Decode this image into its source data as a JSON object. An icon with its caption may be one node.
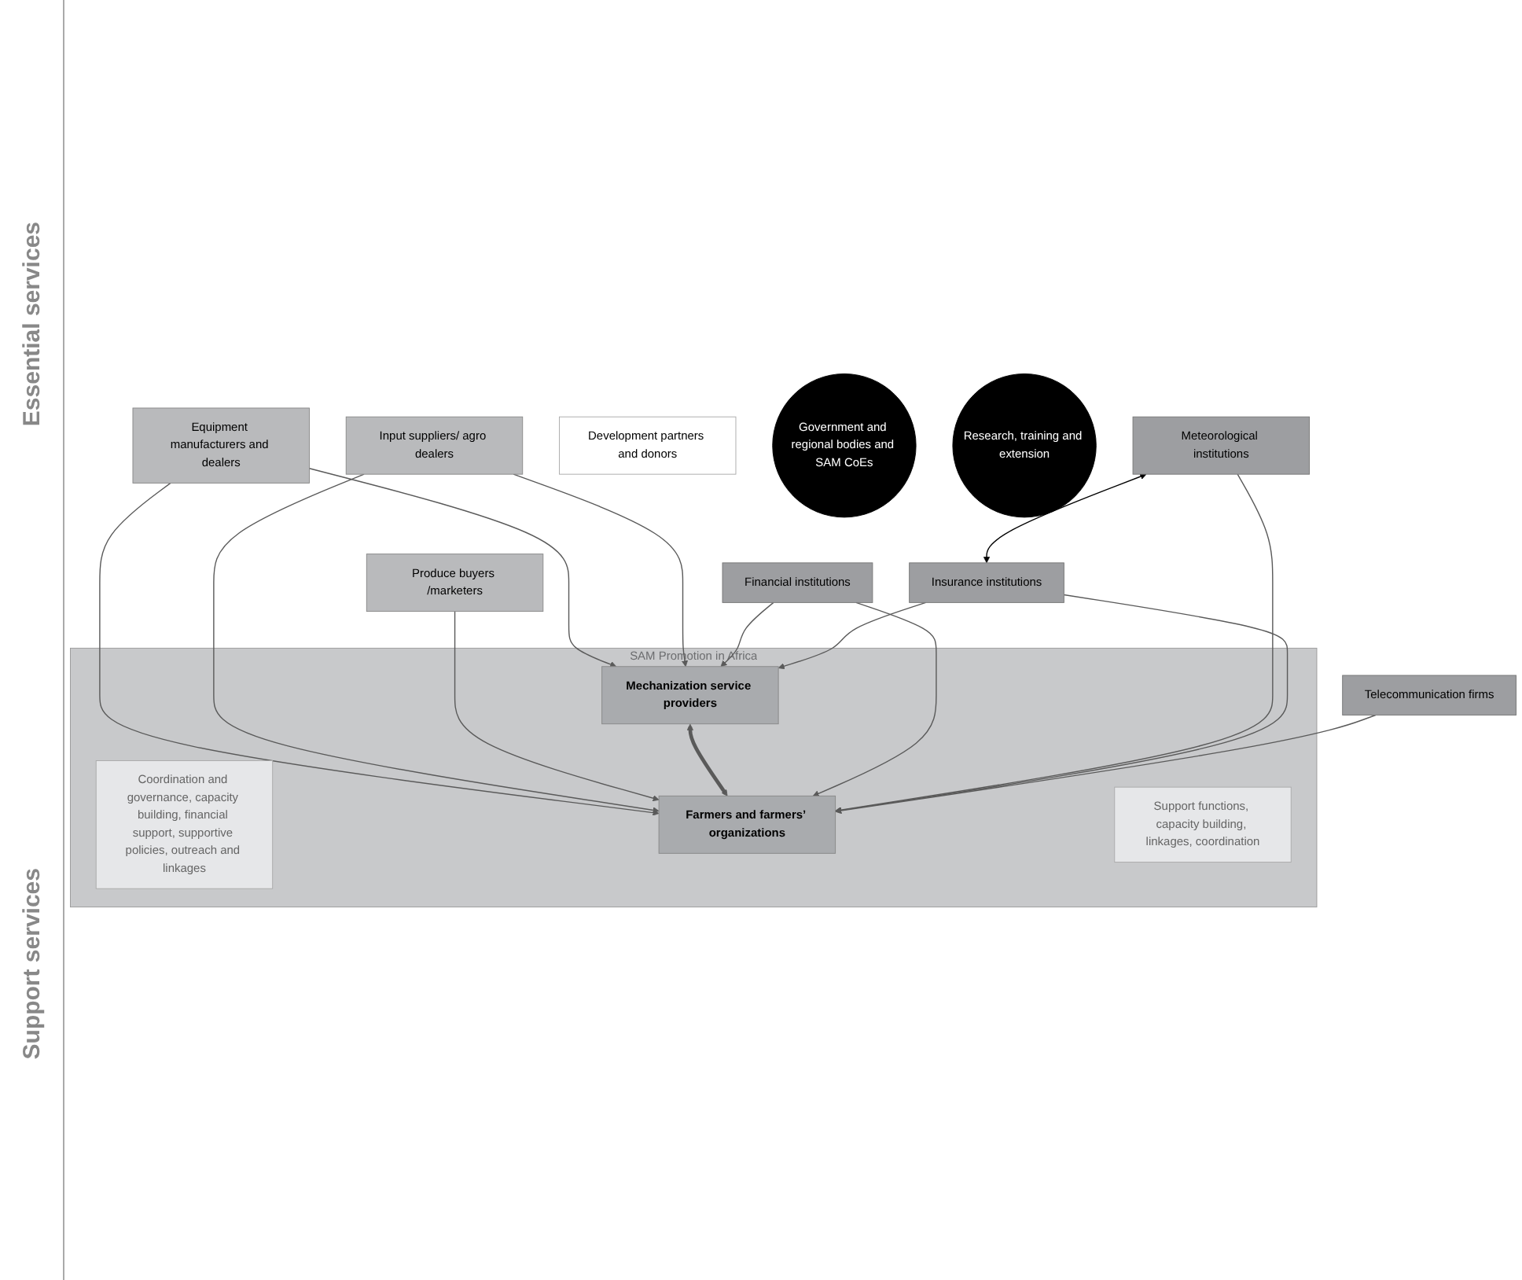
{
  "diagram": {
    "nodes": [
      {
        "text": [
          "SAM Promotion in Africa"
        ]
      },
      {
        "text": [
          "Input suppliers/ agro dealers"
        ]
      },
      {
        "text": [
          "Produce buyers /marketers"
        ]
      },
      {
        "text": [
          "Equipment manufacturers and dealers"
        ]
      },
      {
        "text": [
          "Development partners and donors"
        ]
      },
      {
        "text": [
          "Government and regional bodies and SAM CoEs"
        ]
      },
      {
        "text": [
          "Coordination and governance, capacity building, financial support, supportive policies, outreach and linkages"
        ],
        "in": 0
      },
      {
        "text": [
          "Research, training and extension"
        ]
      },
      {
        "text": [
          "Mechanization service providers"
        ],
        "in": 0
      },
      {
        "text": [
          "Farmers and farmers’ organizations"
        ],
        "in": 0
      },
      {
        "text": [
          "Financial institutions"
        ]
      },
      {
        "text": [
          "Support functions, capacity building, linkages, coordination"
        ],
        "in": 0
      },
      {
        "text": [
          "Telecommunication firms"
        ]
      },
      {
        "text": [
          "Meteorological institutions"
        ]
      },
      {
        "text": [
          "Insurance institutions"
        ]
      }
    ],
    "edges": [
      {
        "from": 3,
        "to": 8,
        "arrow": "to"
      },
      {
        "from": 3,
        "to": 9,
        "arrow": "to"
      },
      {
        "from": 1,
        "to": 8,
        "arrow": "to"
      },
      {
        "from": 1,
        "to": 9,
        "arrow": "to"
      },
      {
        "from": 2,
        "to": 9,
        "arrow": "to"
      },
      {
        "from": 8,
        "to": 9,
        "arrow": "both",
        "style": "thick"
      },
      {
        "from": 10,
        "to": 8,
        "arrow": "to"
      },
      {
        "from": 10,
        "to": 9,
        "arrow": "to"
      },
      {
        "from": 14,
        "to": 8,
        "arrow": "to"
      },
      {
        "from": 13,
        "to": 9,
        "arrow": "to"
      },
      {
        "from": 14,
        "to": 9,
        "arrow": "to"
      },
      {
        "from": 12,
        "to": 9,
        "arrow": "to"
      },
      {
        "from": 13,
        "to": 14,
        "arrow": "both",
        "color": "#000000"
      }
    ],
    "labels": [
      "Essential services",
      "Support services"
    ]
  }
}
